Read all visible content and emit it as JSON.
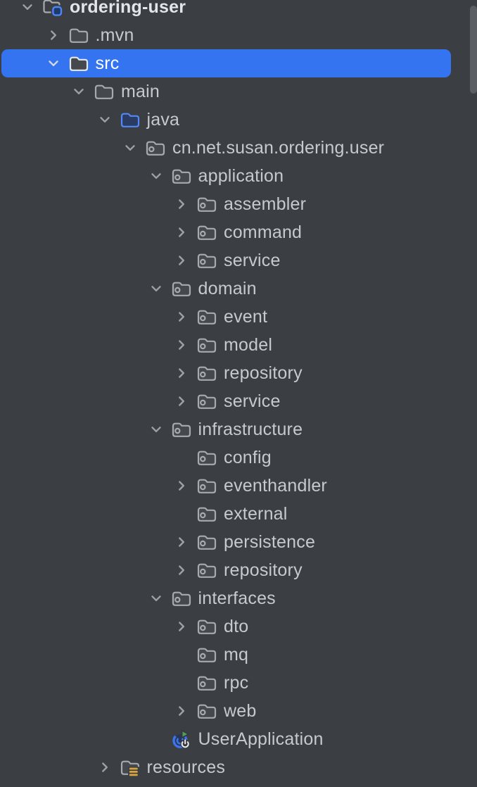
{
  "panel": {
    "name": "project-tree",
    "rows": [
      {
        "label": "ordering-user",
        "level": 0,
        "chevron": "down",
        "icon": "project",
        "bold": true,
        "selected": false
      },
      {
        "label": ".mvn",
        "level": 1,
        "chevron": "right",
        "icon": "folder",
        "bold": false,
        "selected": false
      },
      {
        "label": "src",
        "level": 1,
        "chevron": "down",
        "icon": "folder",
        "bold": false,
        "selected": true
      },
      {
        "label": "main",
        "level": 2,
        "chevron": "down",
        "icon": "folder",
        "bold": false,
        "selected": false
      },
      {
        "label": "java",
        "level": 3,
        "chevron": "down",
        "icon": "folder-sources",
        "bold": false,
        "selected": false
      },
      {
        "label": "cn.net.susan.ordering.user",
        "level": 4,
        "chevron": "down",
        "icon": "package",
        "bold": false,
        "selected": false
      },
      {
        "label": "application",
        "level": 5,
        "chevron": "down",
        "icon": "package",
        "bold": false,
        "selected": false
      },
      {
        "label": "assembler",
        "level": 6,
        "chevron": "right",
        "icon": "package",
        "bold": false,
        "selected": false
      },
      {
        "label": "command",
        "level": 6,
        "chevron": "right",
        "icon": "package",
        "bold": false,
        "selected": false
      },
      {
        "label": "service",
        "level": 6,
        "chevron": "right",
        "icon": "package",
        "bold": false,
        "selected": false
      },
      {
        "label": "domain",
        "level": 5,
        "chevron": "down",
        "icon": "package",
        "bold": false,
        "selected": false
      },
      {
        "label": "event",
        "level": 6,
        "chevron": "right",
        "icon": "package",
        "bold": false,
        "selected": false
      },
      {
        "label": "model",
        "level": 6,
        "chevron": "right",
        "icon": "package",
        "bold": false,
        "selected": false
      },
      {
        "label": "repository",
        "level": 6,
        "chevron": "right",
        "icon": "package",
        "bold": false,
        "selected": false
      },
      {
        "label": "service",
        "level": 6,
        "chevron": "right",
        "icon": "package",
        "bold": false,
        "selected": false
      },
      {
        "label": "infrastructure",
        "level": 5,
        "chevron": "down",
        "icon": "package",
        "bold": false,
        "selected": false
      },
      {
        "label": "config",
        "level": 6,
        "chevron": "none",
        "icon": "package",
        "bold": false,
        "selected": false
      },
      {
        "label": "eventhandler",
        "level": 6,
        "chevron": "right",
        "icon": "package",
        "bold": false,
        "selected": false
      },
      {
        "label": "external",
        "level": 6,
        "chevron": "none",
        "icon": "package",
        "bold": false,
        "selected": false
      },
      {
        "label": "persistence",
        "level": 6,
        "chevron": "right",
        "icon": "package",
        "bold": false,
        "selected": false
      },
      {
        "label": "repository",
        "level": 6,
        "chevron": "right",
        "icon": "package",
        "bold": false,
        "selected": false
      },
      {
        "label": "interfaces",
        "level": 5,
        "chevron": "down",
        "icon": "package",
        "bold": false,
        "selected": false
      },
      {
        "label": "dto",
        "level": 6,
        "chevron": "right",
        "icon": "package",
        "bold": false,
        "selected": false
      },
      {
        "label": "mq",
        "level": 6,
        "chevron": "none",
        "icon": "package",
        "bold": false,
        "selected": false
      },
      {
        "label": "rpc",
        "level": 6,
        "chevron": "none",
        "icon": "package",
        "bold": false,
        "selected": false
      },
      {
        "label": "web",
        "level": 6,
        "chevron": "right",
        "icon": "package",
        "bold": false,
        "selected": false
      },
      {
        "label": "UserApplication",
        "level": 5,
        "chevron": "none",
        "icon": "springboot-run",
        "bold": false,
        "selected": false
      },
      {
        "label": "resources",
        "level": 3,
        "chevron": "right",
        "icon": "folder-resources",
        "bold": false,
        "selected": false
      }
    ]
  },
  "colors": {
    "bg": "#3b3e42",
    "selection": "#3574f0",
    "fg": "#c7c9ce",
    "sources-root-blue": "#5487f8",
    "resources-yellow": "#d9a33f",
    "springboot-green": "#4f9f57",
    "thumb": "#5b5e63"
  },
  "scrollbar": {
    "orientation": "vertical",
    "position": "top"
  }
}
